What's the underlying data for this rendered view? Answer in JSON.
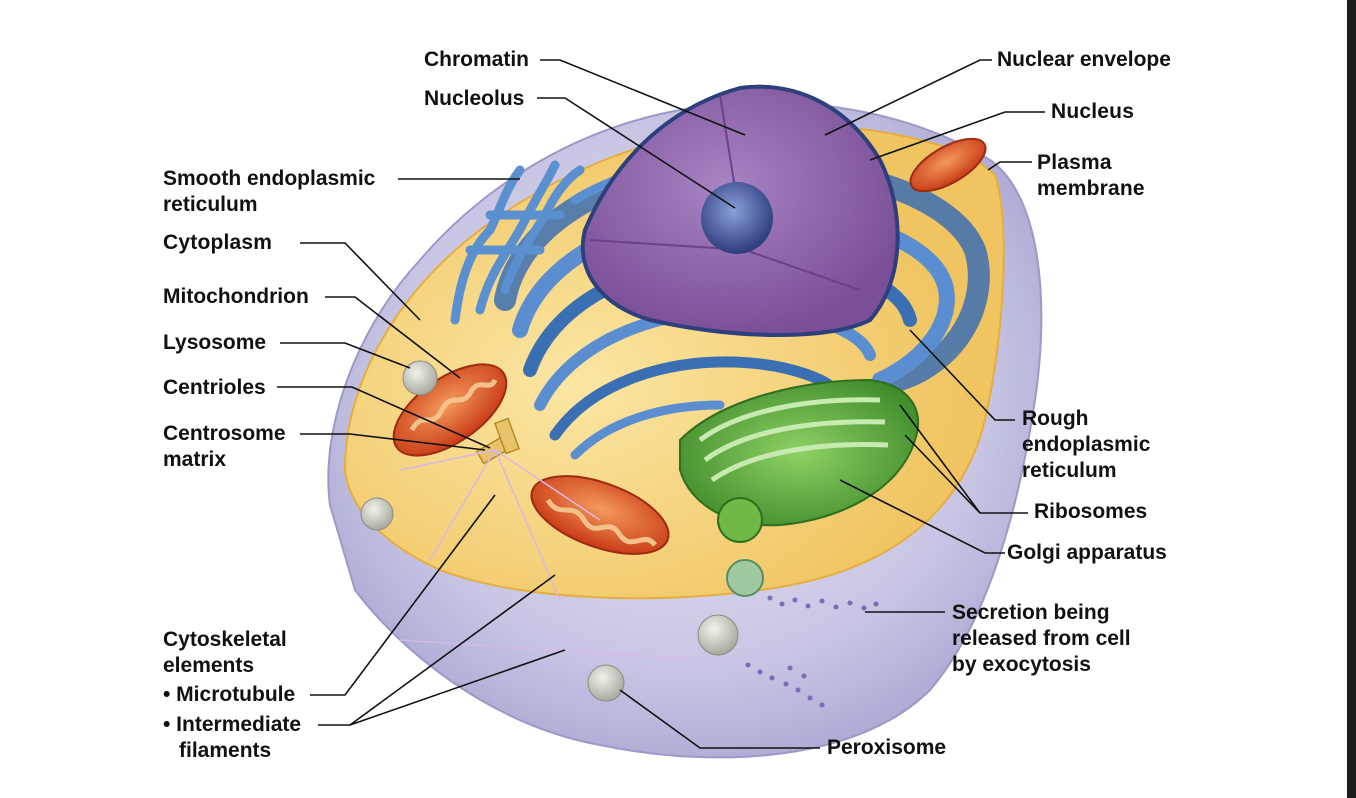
{
  "labels": {
    "chromatin": "Chromatin",
    "nucleolus": "Nucleolus",
    "nuclear_envelope": "Nuclear envelope",
    "nucleus": "Nucleus",
    "plasma_membrane_1": "Plasma",
    "plasma_membrane_2": "membrane",
    "smooth_er_1": "Smooth endoplasmic",
    "smooth_er_2": "reticulum",
    "cytoplasm": "Cytoplasm",
    "mitochondrion": "Mitochondrion",
    "lysosome": "Lysosome",
    "centrioles": "Centrioles",
    "centrosome_1": "Centrosome",
    "centrosome_2": "matrix",
    "rough_er_1": "Rough",
    "rough_er_2": "endoplasmic",
    "rough_er_3": "reticulum",
    "ribosomes": "Ribosomes",
    "golgi": "Golgi apparatus",
    "secretion_1": "Secretion being",
    "secretion_2": "released from cell",
    "secretion_3": "by exocytosis",
    "cytoskeletal_1": "Cytoskeletal",
    "cytoskeletal_2": "elements",
    "microtubule": "• Microtubule",
    "intermediate_1": "• Intermediate",
    "intermediate_2": "filaments",
    "peroxisome": "Peroxisome"
  },
  "colors": {
    "cytoplasm": "#f6d77a",
    "cell_outer": "#c9c8e6",
    "nucleus": "#8e5fa8",
    "nucleolus": "#3d4e94",
    "rough_er": "#3b6fb3",
    "smooth_er": "#5a8fd0",
    "mitochondrion": "#e2582a",
    "golgi": "#5fa83c",
    "leader_line": "#111111"
  }
}
